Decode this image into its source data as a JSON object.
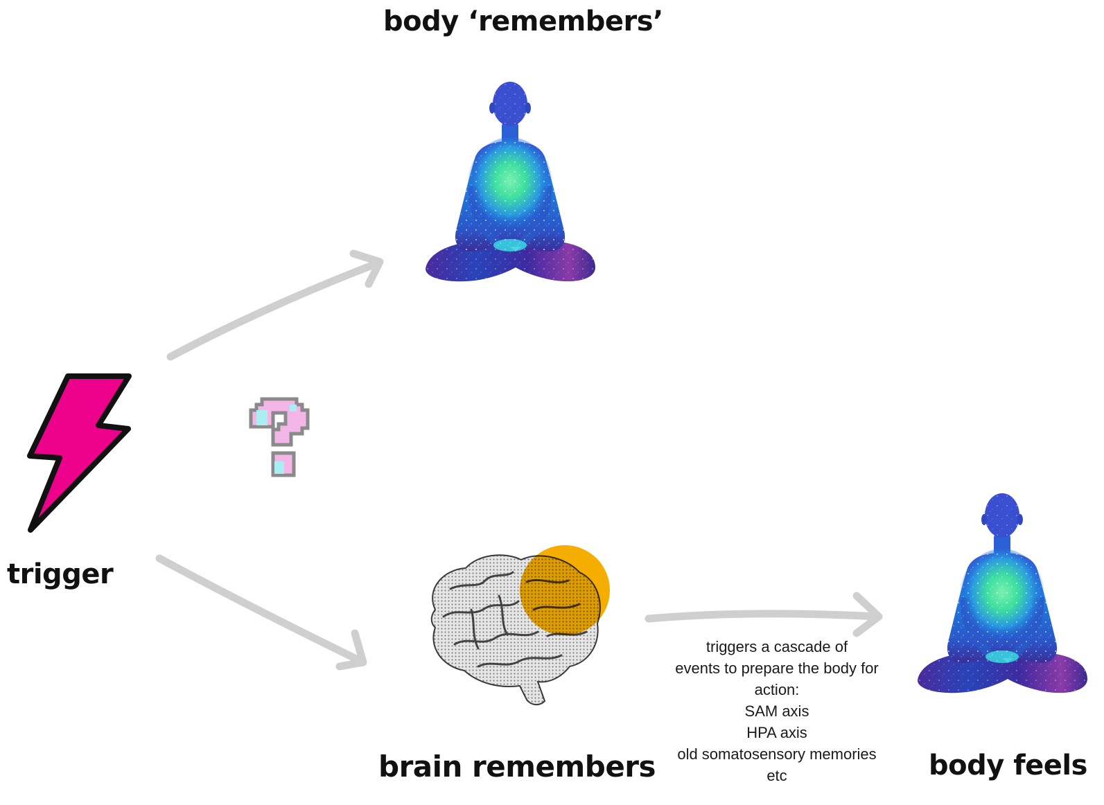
{
  "labels": {
    "top": "body ‘remembers’",
    "trigger": "trigger",
    "brain": "brain remembers",
    "body_feels": "body feels"
  },
  "cascade": {
    "lines": [
      "triggers a cascade of",
      "events to prepare the body for",
      "action:",
      "SAM axis",
      "HPA axis",
      "old somatosensory memories",
      "etc"
    ]
  },
  "colors": {
    "arrow": "#cfcfcf",
    "lightning_fill": "#ec008c",
    "lightning_outline": "#111111",
    "highlight_circle": "#f5ad00",
    "figure_body": "#1f5fd6",
    "figure_glow": "#3ee0a0",
    "brain_gray": "#9a9a9a",
    "question_pink": "#f3b6e6",
    "question_cyan": "#a9eef2",
    "question_outline": "#8a8a8a"
  },
  "icons": {
    "trigger": "lightning-bolt-icon",
    "uncertain": "question-mark-icon",
    "body": "meditating-figure-icon",
    "brain": "brain-icon"
  }
}
